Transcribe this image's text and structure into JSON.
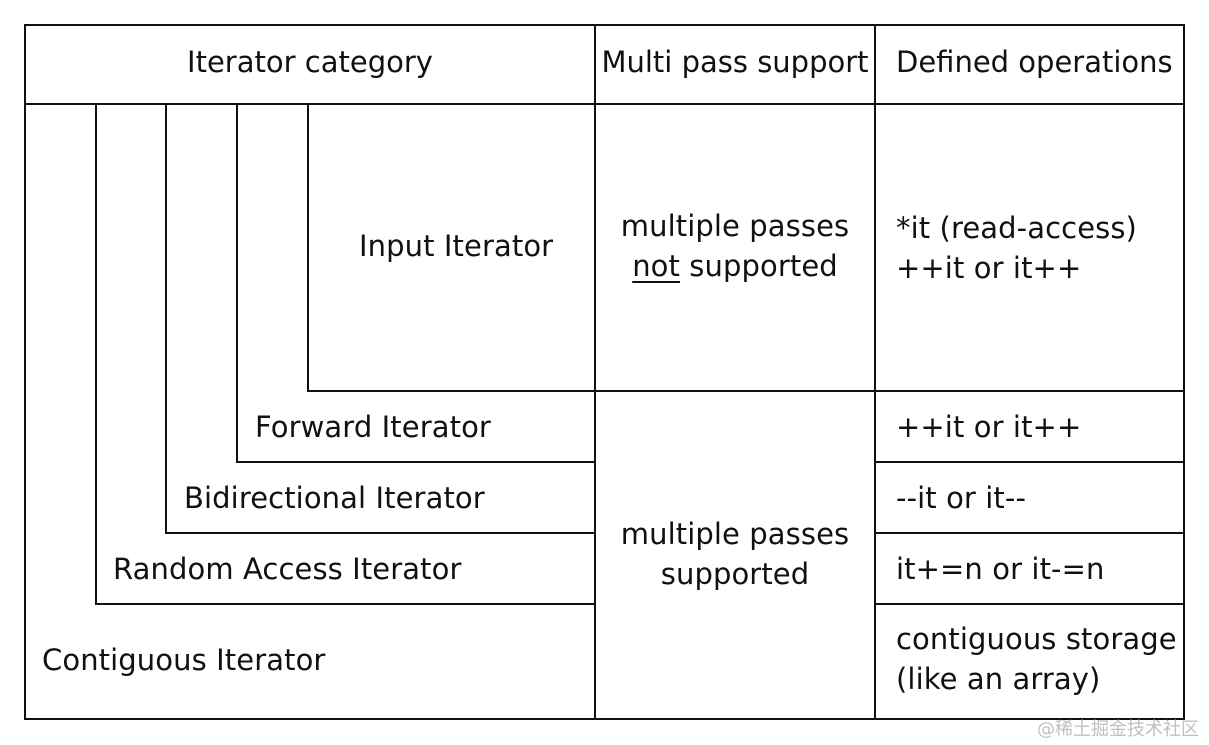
{
  "header": {
    "category": "Iterator category",
    "multipass": "Multi pass support",
    "operations": "Defined operations"
  },
  "categories": {
    "input": "Input Iterator",
    "forward": "Forward Iterator",
    "bidirectional": "Bidirectional Iterator",
    "random_access": "Random Access Iterator",
    "contiguous": "Contiguous Iterator"
  },
  "multipass": {
    "input": {
      "line1": "multiple passes",
      "not_word": "not",
      "line2_rest": " supported"
    },
    "others": {
      "line1": "multiple passes",
      "line2": "supported"
    }
  },
  "operations": {
    "input": {
      "line1": "*it (read-access)",
      "line2": "++it or it++"
    },
    "forward": "++it or it++",
    "bidirectional": "--it or it--",
    "random_access": "it+=n or it-=n",
    "contiguous": {
      "line1": "contiguous storage",
      "line2": "(like an array)"
    }
  },
  "watermark": "@稀土掘金技术社区"
}
